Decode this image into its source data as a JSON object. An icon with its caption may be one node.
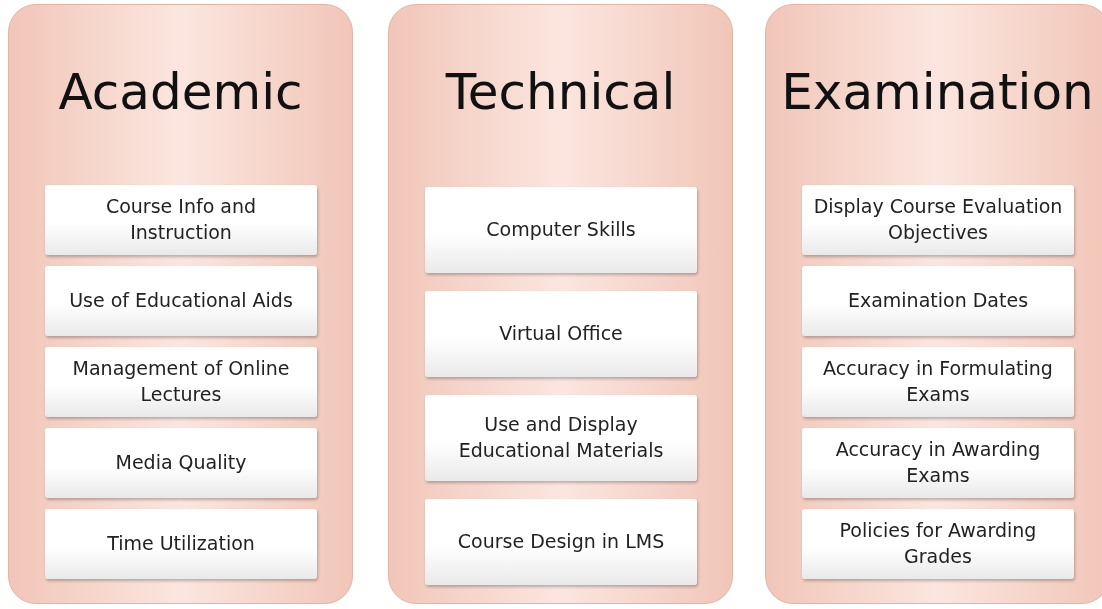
{
  "diagram": {
    "nodes": [
      {
        "text": [
          "Academic"
        ]
      },
      {
        "text": [
          "Course Info and Instruction"
        ],
        "in": 0
      },
      {
        "text": [
          "Use of Educational Aids"
        ],
        "in": 0
      },
      {
        "text": [
          "Management of Online Lectures"
        ],
        "in": 0
      },
      {
        "text": [
          "Media Quality"
        ],
        "in": 0
      },
      {
        "text": [
          "Time Utilization"
        ],
        "in": 0
      },
      {
        "text": [
          "Technical"
        ]
      },
      {
        "text": [
          "Computer Skills"
        ],
        "in": 6
      },
      {
        "text": [
          "Virtual Office"
        ],
        "in": 6
      },
      {
        "text": [
          "Use and Display Educational Materials"
        ],
        "in": 6
      },
      {
        "text": [
          "Course Design in LMS"
        ],
        "in": 6
      },
      {
        "text": [
          "Examination"
        ]
      },
      {
        "text": [
          "Display Course Evaluation Objectives"
        ],
        "in": 11
      },
      {
        "text": [
          "Examination Dates"
        ],
        "in": 11
      },
      {
        "text": [
          "Accuracy in Formulating Exams"
        ],
        "in": 11
      },
      {
        "text": [
          "Accuracy in Awarding Exams"
        ],
        "in": 11
      },
      {
        "text": [
          "Policies for Awarding Grades"
        ],
        "in": 11
      }
    ]
  }
}
